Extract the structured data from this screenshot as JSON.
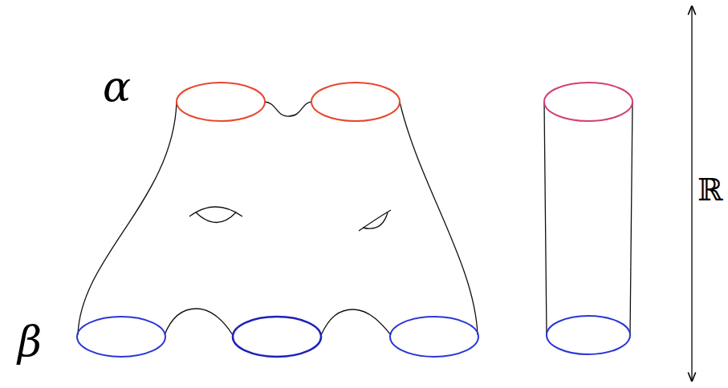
{
  "diagram": {
    "labels": [
      "α",
      "β",
      "ℝ"
    ]
  }
}
